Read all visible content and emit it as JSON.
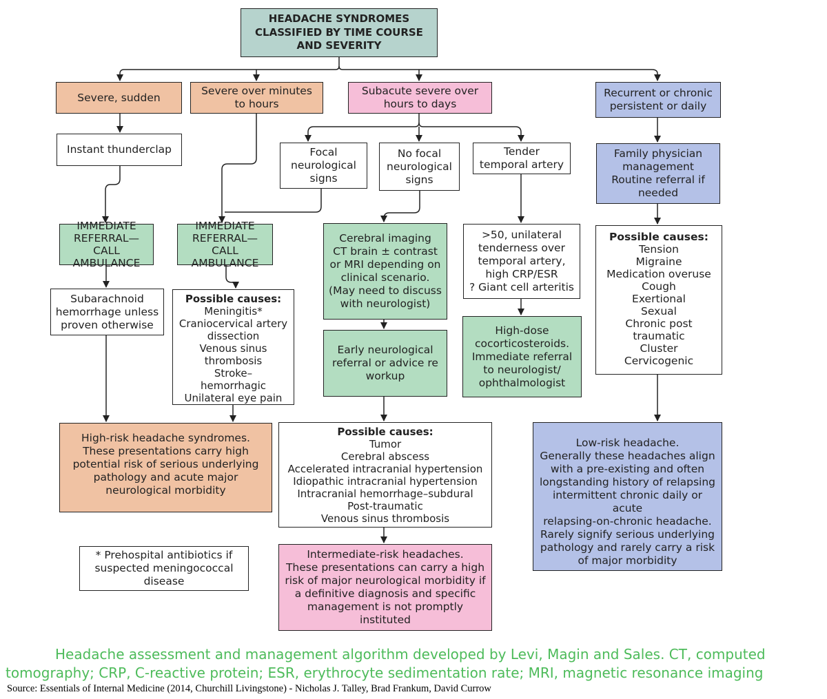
{
  "title": [
    "HEADACHE SYNDROMES",
    "CLASSIFIED BY TIME COURSE",
    "AND SEVERITY"
  ],
  "categories": {
    "severe_sudden": [
      "Severe, sudden"
    ],
    "severe_minutes": [
      "Severe over minutes",
      "to hours"
    ],
    "subacute": [
      "Subacute severe over",
      "hours to days"
    ],
    "recurrent": [
      "Recurrent or chronic",
      "persistent or daily"
    ]
  },
  "thunderclap": "Instant thunderclap",
  "referral_1": [
    "IMMEDIATE",
    "REFERRAL—CALL",
    "AMBULANCE"
  ],
  "referral_2": [
    "IMMEDIATE",
    "REFERRAL—CALL",
    "AMBULANCE"
  ],
  "sah": [
    "Subarachnoid",
    "hemorrhage unless",
    "proven otherwise"
  ],
  "causes_minutes": {
    "heading": "Possible causes:",
    "items": [
      "Meningitis*",
      "Craniocervical artery",
      "dissection",
      "Venous sinus",
      "thrombosis",
      "Stroke–",
      "hemorrhagic",
      "Unilateral eye pain"
    ]
  },
  "high_risk": [
    "High-risk headache syndromes.",
    "These presentations carry high",
    "potential risk of serious underlying",
    "pathology and acute major",
    "neurological morbidity"
  ],
  "footnote": [
    "* Prehospital antibiotics if",
    "suspected meningococcal",
    "disease"
  ],
  "focal": [
    "Focal",
    "neurological",
    "signs"
  ],
  "no_focal": [
    "No focal",
    "neurological",
    "signs"
  ],
  "tender": [
    "Tender",
    "temporal artery"
  ],
  "imaging": [
    "Cerebral imaging",
    "CT brain ± contrast",
    "or MRI depending on",
    "clinical scenario.",
    "(May need to discuss",
    "with neurologist)"
  ],
  "early_referral": [
    "Early neurological",
    "referral or advice re",
    "workup"
  ],
  "gca": [
    ">50, unilateral",
    "tenderness over",
    "temporal artery,",
    "high CRP/ESR",
    "? Giant cell arteritis"
  ],
  "steroids": [
    "High-dose",
    "cocorticosteroids.",
    "Immediate referral",
    "to neurologist/",
    "ophthalmologist"
  ],
  "causes_subacute": {
    "heading": "Possible causes:",
    "items": [
      "Tumor",
      "Cerebral abscess",
      "Accelerated intracranial hypertension",
      "Idiopathic intracranial hypertension",
      "Intracranial hemorrhage–subdural",
      "Post-traumatic",
      "Venous sinus thrombosis"
    ]
  },
  "intermediate": [
    "Intermediate-risk headaches.",
    "These presentations can carry a high",
    "risk of major neurological morbidity if",
    "a definitive diagnosis and specific",
    "management is not promptly instituted"
  ],
  "family": [
    "Family physician",
    "management",
    "Routine referral if",
    "needed"
  ],
  "causes_recurrent": {
    "heading": "Possible causes:",
    "items": [
      "Tension",
      "Migraine",
      "Medication overuse",
      "Cough",
      "Exertional",
      "Sexual",
      "Chronic post",
      "traumatic",
      "Cluster",
      "Cervicogenic"
    ]
  },
  "low_risk": [
    "Low-risk headache.",
    "Generally these headaches align",
    "with a pre-existing and often",
    "longstanding history of relapsing",
    "intermittent chronic daily or acute",
    "relapsing-on-chronic headache.",
    "Rarely signify serious underlying",
    "pathology and rarely carry a risk",
    "of major morbidity"
  ],
  "caption": {
    "line1": "Headache assessment and management algorithm developed by Levi, Magin and Sales. CT, computed",
    "line2": "tomography; CRP, C-reactive protein; ESR, erythrocyte sedimentation rate; MRI, magnetic resonance imaging"
  },
  "source": "Source: Essentials of Internal Medicine (2014, Churchill Livingstone) - Nicholas J. Talley, Brad Frankum, David Currow",
  "colors": {
    "title_fill": "#b6d3cd",
    "peach": "#f0c2a3",
    "pink": "#f6bed8",
    "blue": "#b4c1e7",
    "green": "#b3ddc1",
    "caption": "#4dbb5a"
  }
}
